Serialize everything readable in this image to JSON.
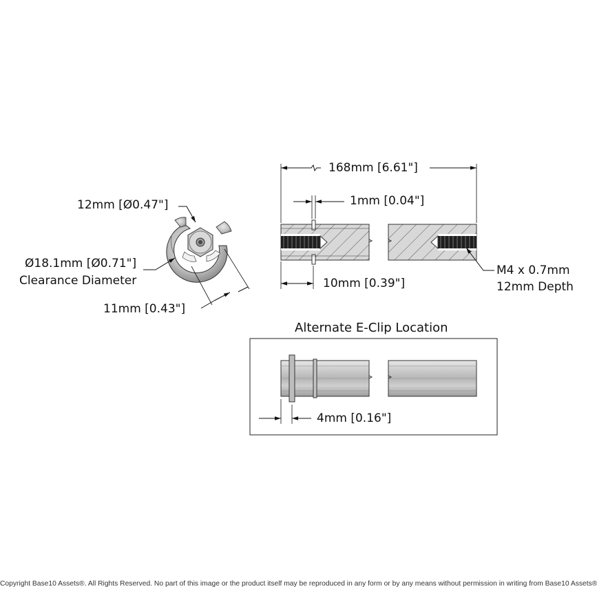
{
  "colors": {
    "line": "#111111",
    "part_fill": "#cfcfcf",
    "part_dark": "#9a9a9a",
    "section_fill": "#d8d8d8",
    "thread": "#222222",
    "hatch": "#555555"
  },
  "end_view": {
    "hex_dim": "12mm [Ø0.47\"]",
    "clearance_dim": "Ø18.1mm [Ø0.71\"]",
    "clearance_caption": "Clearance Diameter",
    "clip_dim": "11mm [0.43\"]"
  },
  "section_view": {
    "length_dim": "168mm [6.61\"]",
    "groove_width_dim": "1mm [0.04\"]",
    "groove_offset_dim": "10mm [0.39\"]",
    "thread_spec": "M4 x 0.7mm",
    "thread_depth": "12mm Depth"
  },
  "alternate_view": {
    "title": "Alternate E-Clip Location",
    "offset_dim": "4mm [0.16\"]"
  },
  "copyright": "Copyright Base10 Assets®.  All Rights Reserved. No part of this image or the product itself may be reproduced in any form or by any means without permission in writing from Base10 Assets®."
}
